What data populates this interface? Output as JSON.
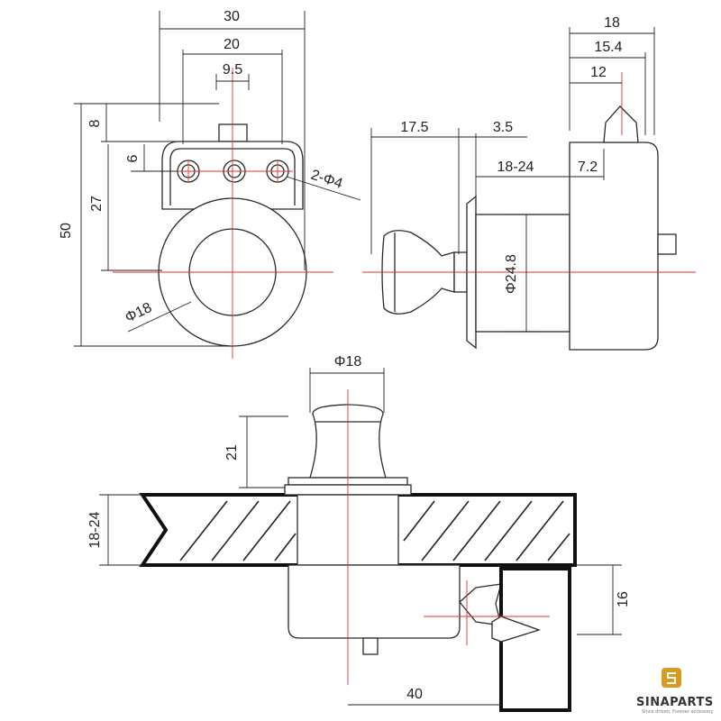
{
  "front_view": {
    "dim_overall_width": "30",
    "dim_hole_span": "20",
    "dim_pin_width": "9.5",
    "dim_top_offset": "8",
    "dim_hole_offset": "6",
    "dim_hole_to_center": "27",
    "dim_total_height": "50",
    "dim_holes_callout": "2-Φ4",
    "dim_ring_diameter": "Φ18"
  },
  "side_view": {
    "dim_knob_length": "17.5",
    "dim_flange": "3.5",
    "dim_panel_range": "18-24",
    "dim_latch_total": "18",
    "dim_latch_mid": "15.4",
    "dim_latch_tip": "12",
    "dim_latch_offset": "7.2",
    "dim_body_diameter": "Φ24.8"
  },
  "install_view": {
    "dim_knob_diameter": "Φ18",
    "dim_knob_height": "21",
    "dim_panel_thickness": "18-24",
    "dim_strike_height": "16",
    "dim_center_to_strike": "40"
  },
  "logo": {
    "name": "SINAPARTS",
    "tagline": "Since driven, Forever accessory",
    "accent_color": "#d99a1f",
    "icon": "s-badge-icon"
  }
}
